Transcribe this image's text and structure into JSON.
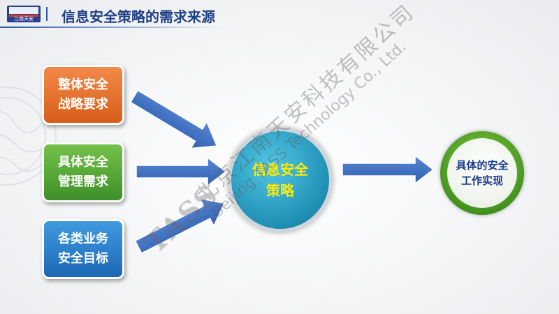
{
  "header": {
    "logo_text": "江南天安",
    "title": "信息安全策略的需求来源"
  },
  "sources": [
    {
      "label": "整体安全\n战略要求",
      "color": "#e36b26"
    },
    {
      "label": "具体安全\n管理需求",
      "color": "#56a836"
    },
    {
      "label": "各类业务\n安全目标",
      "color": "#2b7fd0"
    }
  ],
  "center": {
    "label": "信息安全\n策略",
    "color": "#ffea00"
  },
  "result": {
    "label": "具体的安全\n工作实现"
  },
  "watermark": {
    "logo": "TASS",
    "chinese": "北京江南天安科技有限公司",
    "english": "Beijing TASS Technology Co., Ltd."
  },
  "colors": {
    "arrow": "#3f6fc0",
    "title": "#203f86"
  }
}
